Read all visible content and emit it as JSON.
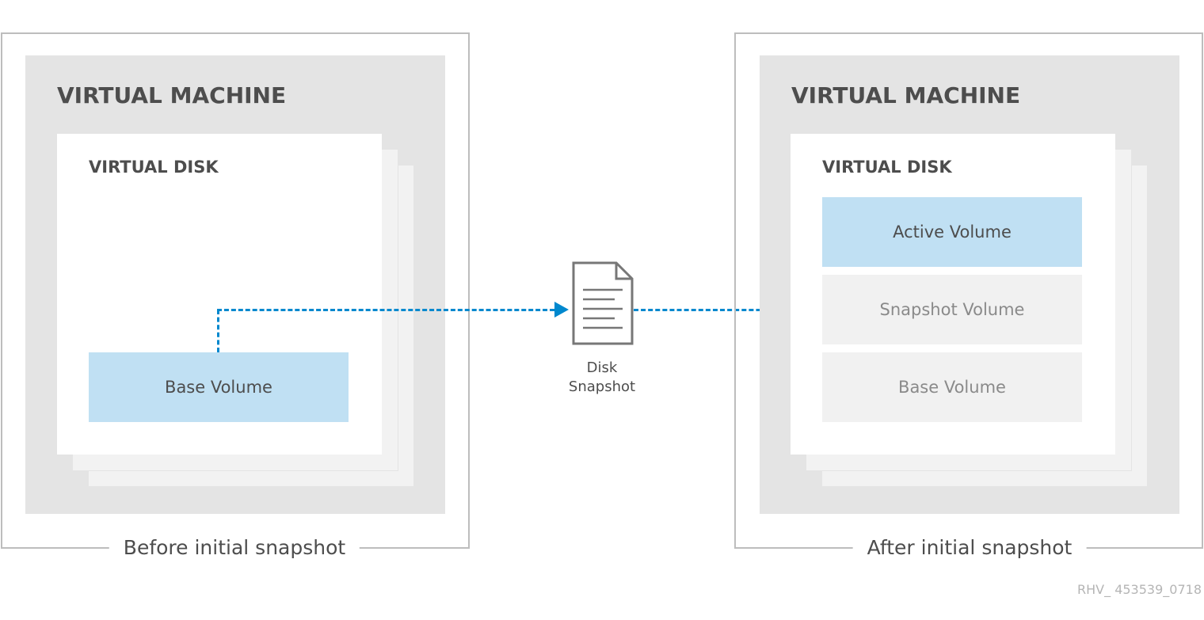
{
  "left_panel": {
    "caption": "Before initial snapshot",
    "vm_title": "VIRTUAL MACHINE",
    "disk_title": "VIRTUAL DISK",
    "volumes": [
      "Base Volume"
    ]
  },
  "middle": {
    "icon": "document-icon",
    "label_line1": "Disk",
    "label_line2": "Snapshot"
  },
  "right_panel": {
    "caption": "After initial snapshot",
    "vm_title": "VIRTUAL MACHINE",
    "disk_title": "VIRTUAL DISK",
    "volumes": [
      "Active Volume",
      "Snapshot Volume",
      "Base Volume"
    ]
  },
  "watermark": "RHV_ 453539_0718",
  "colors": {
    "accent": "#0088ce",
    "active_volume": "#c0e0f3",
    "vm_bg": "#e4e4e4",
    "inactive_volume": "#f1f1f1"
  }
}
